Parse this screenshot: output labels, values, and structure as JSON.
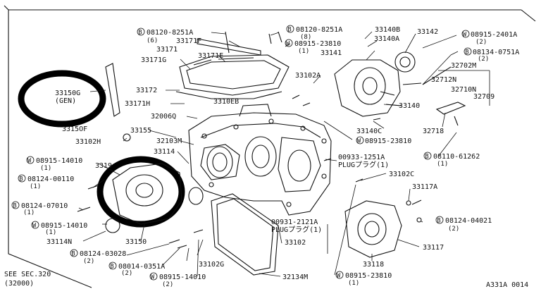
{
  "labels": {
    "b_08120_8251A_left": "08120-8251A",
    "qty_6": "(6)",
    "p_33171F": "33171F",
    "p_33171": "33171",
    "p_33171E": "33171E",
    "p_33171G": "33171G",
    "b_08120_8251A_right": "08120-8251A",
    "qty_8": "(8)",
    "w_08915_23810_top": "08915-23810",
    "qty_1_a": "(1)",
    "p_33140B": "33140B",
    "p_33140A": "33140A",
    "p_33141": "33141",
    "p_33142": "33142",
    "w_08915_2401A": "08915-2401A",
    "qty_2_a": "(2)",
    "b_08134_0751A": "08134-0751A",
    "qty_2_b": "(2)",
    "p_32702M": "32702M",
    "p_32712N": "32712N",
    "p_32710N": "32710N",
    "p_32709": "32709",
    "p_33102A": "33102A",
    "p_33150G": "33150G",
    "gen": "(GEN)",
    "p_33172": "33172",
    "p_33171H": "33171H",
    "p_3310EB": "3310EB",
    "p_32006Q": "32006Q",
    "p_33140": "33140",
    "p_33140C": "33140C",
    "p_32718": "32718",
    "p_3315OF": "3315OF",
    "p_33155": "33155",
    "p_33102H": "33102H",
    "p_32103M": "32103M",
    "p_33114": "33114",
    "w_08915_23810_mid": "08915-23810",
    "b_08110_61262": "08110-61262",
    "qty_1_b": "(1)",
    "w_08915_14010_a": "08915-14010",
    "qty_1_c": "(1)",
    "p_3319": "3319",
    "p_00933_1251A": "00933-1251A",
    "plug_1": "PLUGプラグ(1)",
    "b_08124_00110": "08124-00110",
    "qty_1_d": "(1)",
    "p_33102C": "33102C",
    "p_33117A": "33117A",
    "b_08124_07010": "08124-07010",
    "qty_1_e": "(1)",
    "w_08915_14010_b": "08915-14010",
    "qty_1_f": "(1)",
    "p_00931_2121A": "00931-2121A",
    "plug_2": "PLUGプラグ(1)",
    "b_08124_04021": "08124-04021",
    "qty_2_c": "(2)",
    "p_33114N": "33114N",
    "p_33150": "33150",
    "p_33102": "33102",
    "p_33117": "33117",
    "b_08124_03028": "08124-03028",
    "qty_2_d": "(2)",
    "p_33102G": "33102G",
    "p_33118": "33118",
    "b_08014_0351A": "08014-0351A",
    "qty_2_e": "(2)",
    "w_08915_14010_c": "08915-14010",
    "qty_2_f": "(2)",
    "p_32134M": "32134M",
    "see_sec": "SEE SEC.320",
    "see_sec_num": "(32000)",
    "w_08915_23810_bot": "08915-23810",
    "qty_1_g": "(1)",
    "figure_code": "A331A 0014"
  },
  "symbols": {
    "bolt": "B",
    "washer": "W"
  }
}
